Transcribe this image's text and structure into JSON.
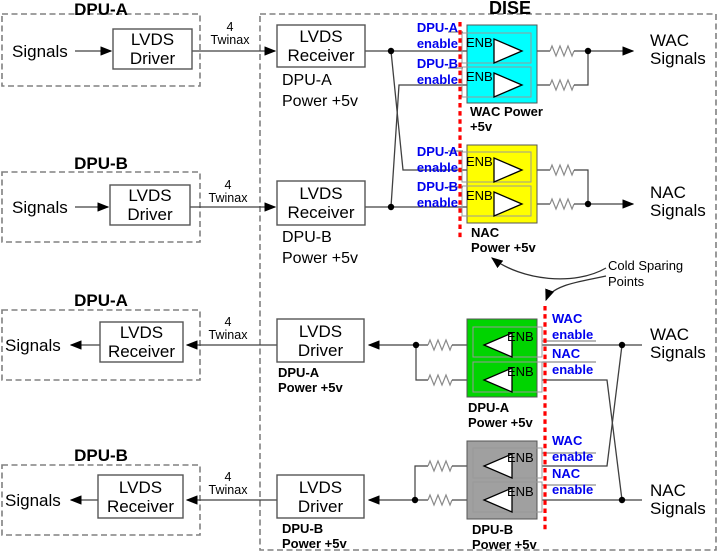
{
  "colors": {
    "wac_buffer_cyan": "#00FFFF",
    "nac_buffer_yellow": "#FFFF00",
    "dpu_a_buffer_green": "#00D400",
    "dpu_b_buffer_gray": "#A0A0A0",
    "enable_label_blue": "#0000EE",
    "cold_spare_red": "#FF0000"
  },
  "dise_title": "DISE",
  "cold_sparing": {
    "line1": "Cold Sparing",
    "line2": "Points"
  },
  "rows": {
    "r1": {
      "group_title": "DPU-A",
      "signals": "Signals",
      "left_box": {
        "line1": "LVDS",
        "line2": "Driver"
      },
      "twinax": {
        "count": "4",
        "label": "Twinax"
      },
      "dise_box": {
        "line1": "LVDS",
        "line2": "Receiver"
      },
      "dise_box_power": {
        "line1": "DPU-A",
        "line2": "Power +5v"
      },
      "enable_a": {
        "line1": "DPU-A",
        "line2": "enable"
      },
      "enable_b": {
        "line1": "DPU-B",
        "line2": "enable"
      },
      "enb1": "ENB",
      "enb2": "ENB",
      "buffer_power": {
        "line1": "WAC Power",
        "line2": "+5v"
      },
      "io": {
        "line1": "WAC",
        "line2": "Signals"
      }
    },
    "r2": {
      "group_title": "DPU-B",
      "signals": "Signals",
      "left_box": {
        "line1": "LVDS",
        "line2": "Driver"
      },
      "twinax": {
        "count": "4",
        "label": "Twinax"
      },
      "dise_box": {
        "line1": "LVDS",
        "line2": "Receiver"
      },
      "dise_box_power": {
        "line1": "DPU-B",
        "line2": "Power +5v"
      },
      "enable_a": {
        "line1": "DPU-A",
        "line2": "enable"
      },
      "enable_b": {
        "line1": "DPU-B",
        "line2": "enable"
      },
      "enb1": "ENB",
      "enb2": "ENB",
      "buffer_power": {
        "line1": "NAC",
        "line2": "Power +5v"
      },
      "io": {
        "line1": "NAC",
        "line2": "Signals"
      }
    },
    "r3": {
      "group_title": "DPU-A",
      "signals": "Signals",
      "left_box": {
        "line1": "LVDS",
        "line2": "Receiver"
      },
      "twinax": {
        "count": "4",
        "label": "Twinax"
      },
      "dise_box": {
        "line1": "LVDS",
        "line2": "Driver"
      },
      "dise_box_power": {
        "line1": "DPU-A",
        "line2": "Power +5v"
      },
      "enable_a": {
        "line1": "WAC",
        "line2": "enable"
      },
      "enable_b": {
        "line1": "NAC",
        "line2": "enable"
      },
      "enb1": "ENB",
      "enb2": "ENB",
      "buffer_power": {
        "line1": "DPU-A",
        "line2": "Power +5v"
      },
      "io": {
        "line1": "WAC",
        "line2": "Signals"
      }
    },
    "r4": {
      "group_title": "DPU-B",
      "signals": "Signals",
      "left_box": {
        "line1": "LVDS",
        "line2": "Receiver"
      },
      "twinax": {
        "count": "4",
        "label": "Twinax"
      },
      "dise_box": {
        "line1": "LVDS",
        "line2": "Driver"
      },
      "dise_box_power": {
        "line1": "DPU-B",
        "line2": "Power +5v"
      },
      "enable_a": {
        "line1": "WAC",
        "line2": "enable"
      },
      "enable_b": {
        "line1": "NAC",
        "line2": "enable"
      },
      "enb1": "ENB",
      "enb2": "ENB",
      "buffer_power": {
        "line1": "DPU-B",
        "line2": "Power +5v"
      },
      "io": {
        "line1": "NAC",
        "line2": "Signals"
      }
    }
  }
}
